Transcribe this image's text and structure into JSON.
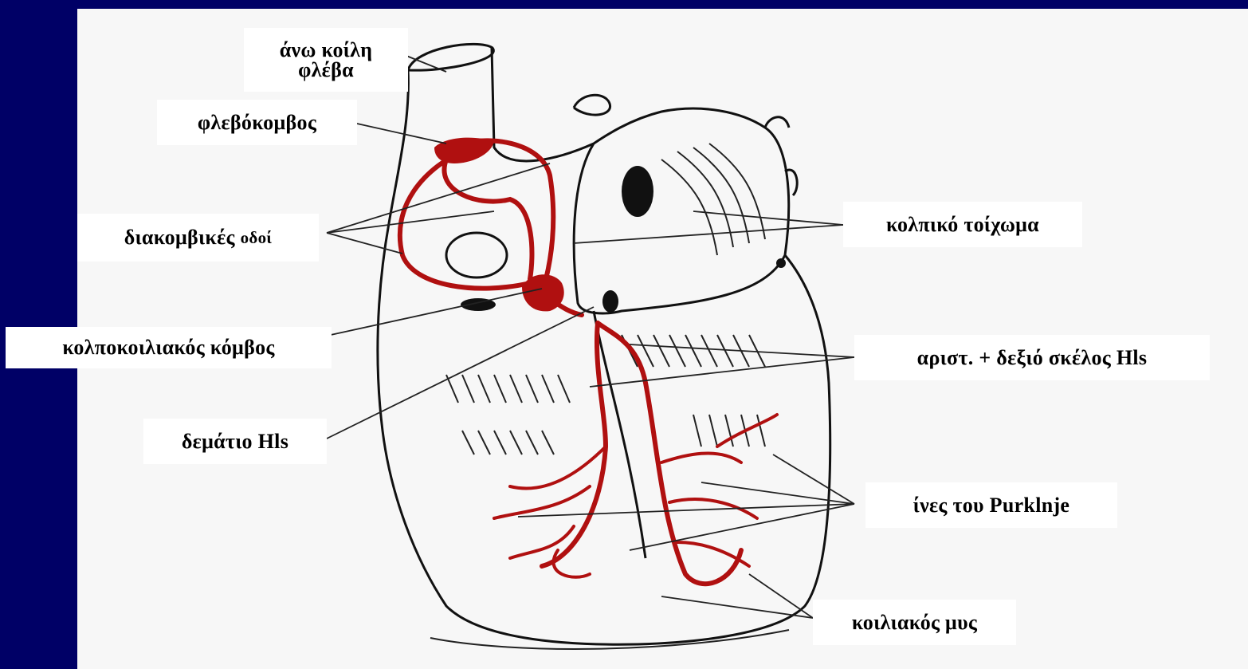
{
  "colors": {
    "background": "#000066",
    "panel": "#f7f7f7",
    "conduction": "#b01010",
    "outline": "#111111"
  },
  "labels": {
    "superior_vena_cava_1": "άνω κοίλη",
    "superior_vena_cava_2": "φλέβα",
    "sinus_node": "φλεβόκομβος",
    "internodal_main": "διακομβικές",
    "internodal_small": "οδοί",
    "av_node": "κολποκοιλιακός κόμβος",
    "his_bundle": "δεμάτιο Hls",
    "atrial_wall": "κολπικό τοίχωμα",
    "bundle_branches": "αριστ. + δεξιό σκέλος Hls",
    "purkinje": "ίνες του Purklnje",
    "ventricular_muscle": "κοιλιακός μυς"
  }
}
